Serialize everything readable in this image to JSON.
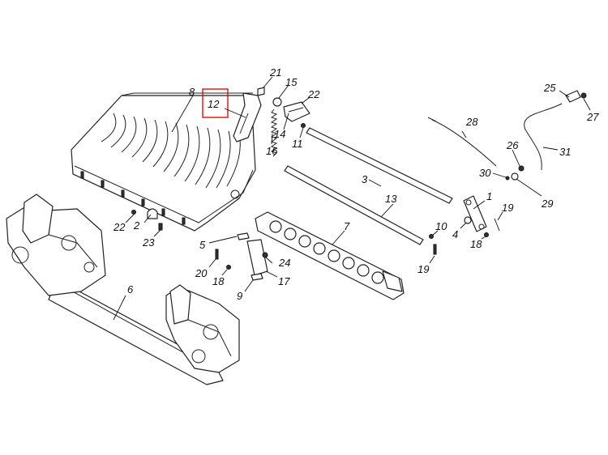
{
  "callouts": [
    {
      "label": "1"
    },
    {
      "label": "2"
    },
    {
      "label": "3"
    },
    {
      "label": "4"
    },
    {
      "label": "5"
    },
    {
      "label": "6"
    },
    {
      "label": "7"
    },
    {
      "label": "8"
    },
    {
      "label": "9"
    },
    {
      "label": "10"
    },
    {
      "label": "11"
    },
    {
      "label": "12"
    },
    {
      "label": "13"
    },
    {
      "label": "14"
    },
    {
      "label": "15"
    },
    {
      "label": "16"
    },
    {
      "label": "17"
    },
    {
      "label": "18"
    },
    {
      "label": "18"
    },
    {
      "label": "19"
    },
    {
      "label": "19"
    },
    {
      "label": "20"
    },
    {
      "label": "21"
    },
    {
      "label": "22"
    },
    {
      "label": "22"
    },
    {
      "label": "23"
    },
    {
      "label": "24"
    },
    {
      "label": "25"
    },
    {
      "label": "26"
    },
    {
      "label": "27"
    },
    {
      "label": "28"
    },
    {
      "label": "29"
    },
    {
      "label": "30"
    },
    {
      "label": "31"
    }
  ],
  "highlighted_label": "12",
  "colors": {
    "line": "#222222",
    "highlight_box": "#dd1111"
  }
}
